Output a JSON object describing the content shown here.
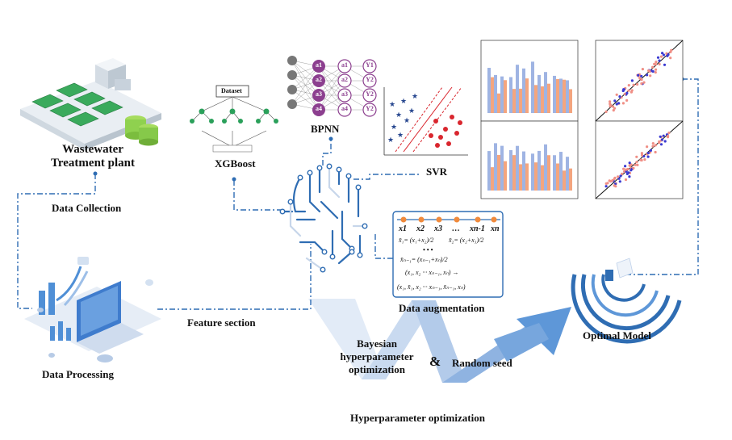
{
  "labels": {
    "wwtp_line1": "Wastewater",
    "wwtp_line2": "Treatment plant",
    "data_collection": "Data Collection",
    "data_processing": "Data Processing",
    "feature_section": "Feature section",
    "xgboost": "XGBoost",
    "bpnn": "BPNN",
    "svr": "SVR",
    "data_augmentation": "Data augmentation",
    "optimal_model": "Optimal Model",
    "bayesian_line1": "Bayesian",
    "bayesian_line2": "hyperparameter",
    "bayesian_line3": "optimization",
    "ampersand": "&",
    "random_seed": "Random seed",
    "hyperparameter_optimization": "Hyperparameter optimization"
  },
  "xgboost_tree": {
    "dataset": "Dataset"
  },
  "bpnn_nodes": {
    "hidden_a": [
      "a1",
      "a2",
      "a3",
      "a4"
    ],
    "outputs": [
      "Y1",
      "Y2",
      "Y2",
      "Y2"
    ]
  },
  "augmentation": {
    "seq_head": [
      "x1",
      "x2",
      "x3",
      "…",
      "xn-1",
      "xn"
    ]
  },
  "colors": {
    "connector": "#2f6db3",
    "arrow_light": "#dbe7f5",
    "arrow_mid": "#a9c5e6",
    "arrow_dark": "#4f8fd6",
    "bar_blue": "#9fb4e3",
    "bar_orange": "#f4a57e",
    "plant_green": "#3aaa5c",
    "tank_green": "#8fd14f",
    "svr_red": "#d9262e",
    "svr_blue": "#27478f",
    "node_purple": "#8c3f8f"
  }
}
